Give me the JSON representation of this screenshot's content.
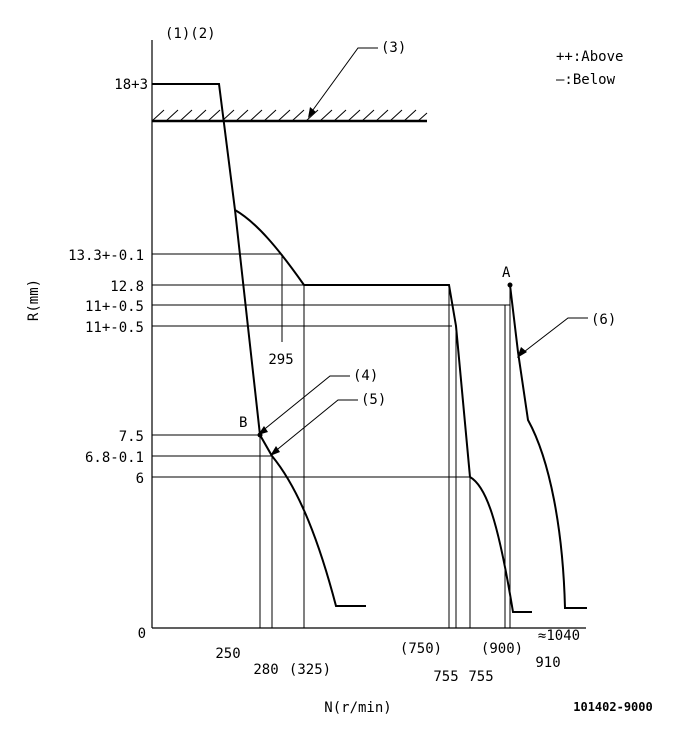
{
  "header": {
    "labels": "(1)(2)"
  },
  "legend": {
    "above": "++:Above",
    "below": "—:Below"
  },
  "axes": {
    "y_label": "R(mm)",
    "x_label": "N(r/min)",
    "origin": "0"
  },
  "y_ticks": {
    "t18": "18+3",
    "t13_3": "13.3+-0.1",
    "t12_8": "12.8",
    "t11a": "11+-0.5",
    "t11b": "11+-0.5",
    "t7_5": "7.5",
    "t6_8": "6.8-0.1",
    "t6": "6"
  },
  "x_ticks": {
    "x250": "250",
    "x280": "280",
    "x325": "(325)",
    "x750": "(750)",
    "x755a": "755",
    "x755b": "755",
    "x900": "(900)",
    "x910": "910",
    "x1040": "≈1040",
    "x295": "295"
  },
  "callouts": {
    "c3": "(3)",
    "c4": "(4)",
    "c5": "(5)",
    "c6": "(6)"
  },
  "points": {
    "a": "A",
    "b": "B"
  },
  "footer": {
    "code": "101402-9000"
  },
  "colors": {
    "ink": "#000000",
    "background": "#ffffff"
  }
}
